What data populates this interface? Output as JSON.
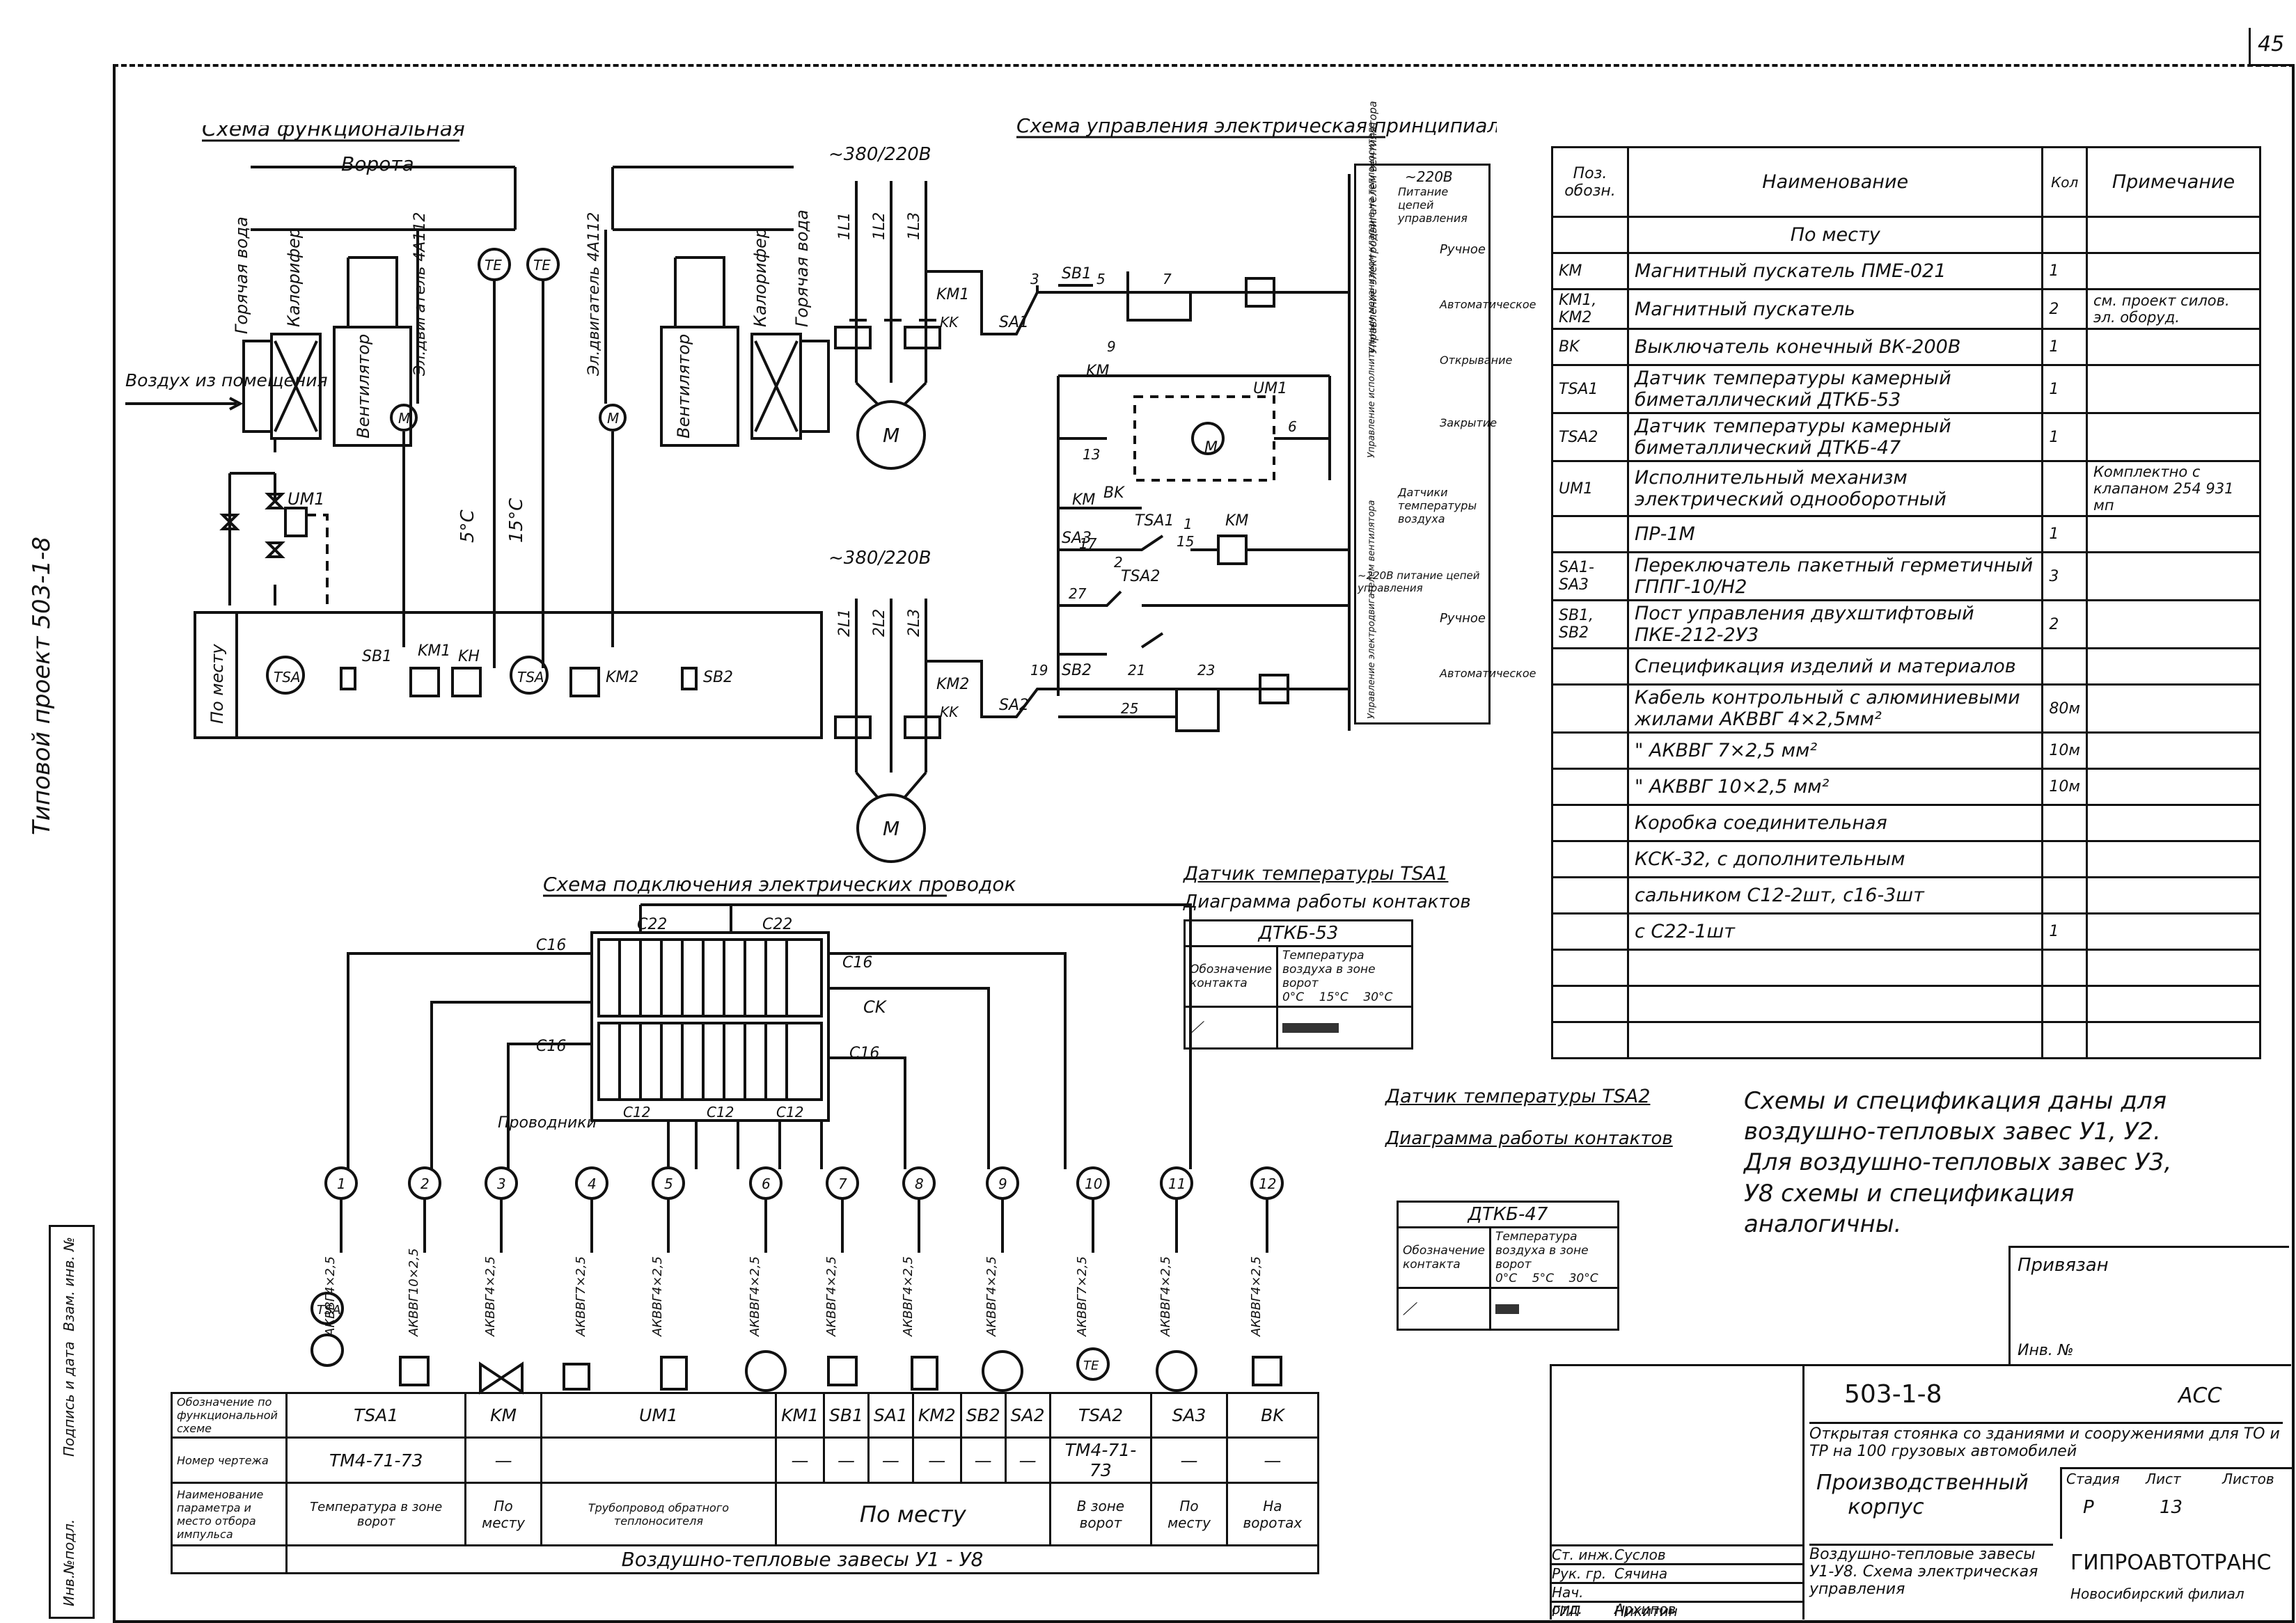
{
  "sheet": {
    "page_number": "45",
    "side_label": "Типовой проект 503-1-8",
    "side_stamp": [
      "Инв.№подл.",
      "Подпись и дата",
      "Взам. инв. №"
    ]
  },
  "functional": {
    "title": "Схема функциональная",
    "gate": "Ворота",
    "air_label": "Воздух из помещения",
    "hot_water": "Горячая вода",
    "heater": "Калорифер",
    "fan": "Вентилятор",
    "motor_label": "Эл.двигатель 4А112",
    "um1": "UM1",
    "temp_5": "5°С",
    "temp_15": "15°С",
    "local": "По месту",
    "te": "TE",
    "tsa": "TSA",
    "m": "M",
    "sb1": "SB1",
    "km1": "KM1",
    "kn": "KH",
    "km2": "KM2",
    "sb2": "SB2"
  },
  "control": {
    "title": "Схема управления электрическая принципиальная",
    "supply1": "~380/220В",
    "supply2": "~380/220В",
    "supply3": "~220В",
    "l11": "1L1",
    "l12": "1L2",
    "l13": "1L3",
    "l21": "2L1",
    "l22": "2L2",
    "l23": "2L3",
    "km1": "KM1",
    "km2": "KM2",
    "kk": "KK",
    "km": "KM",
    "sa1": "SA1",
    "sa2": "SA2",
    "sa3": "SA3",
    "sb1": "SB1",
    "sb2": "SB2",
    "vk": "BK",
    "um1": "UM1",
    "tsa1": "TSA1",
    "tsa2": "TSA2",
    "n3": "3",
    "n5": "5",
    "n7": "7",
    "n9": "9",
    "n13": "13",
    "n15": "15",
    "n17": "17",
    "n19": "19",
    "n21": "21",
    "n23": "23",
    "n25": "25",
    "n27": "27",
    "n2": "2",
    "n1": "1",
    "n6": "6",
    "m": "M",
    "side_rows": [
      "Питание цепей управления",
      "Ручное",
      "Автоматическое",
      "Открывание",
      "Закрытие",
      "Датчики температуры воздуха",
      "~220В питание цепей управления",
      "Ручное",
      "Автоматическое"
    ],
    "side_groups": [
      "Управление электродвигателем вентилятора",
      "Управление исполнительным механизмом клапана на теплоносителе",
      "Управление электродвигателем вентилятора"
    ]
  },
  "spec": {
    "headers": [
      "Поз. обозн.",
      "Наименование",
      "Кол",
      "Примечание"
    ],
    "rows": [
      [
        "",
        "По месту",
        "",
        ""
      ],
      [
        "KM",
        "Магнитный пускатель ПМЕ-021",
        "1",
        ""
      ],
      [
        "KM1, KM2",
        "Магнитный пускатель",
        "2",
        "см. проект силов. эл. оборуд."
      ],
      [
        "BK",
        "Выключатель конечный ВК-200В",
        "1",
        ""
      ],
      [
        "TSA1",
        "Датчик температуры камерный биметаллический ДТКБ-53",
        "1",
        ""
      ],
      [
        "TSA2",
        "Датчик температуры камерный биметаллический ДТКБ-47",
        "1",
        ""
      ],
      [
        "UM1",
        "Исполнительный механизм электрический однооборотный",
        "",
        "Комплектно с клапаном 254 931 мп"
      ],
      [
        "",
        "ПР-1М",
        "1",
        ""
      ],
      [
        "SA1-SA3",
        "Переключатель пакетный герметичный ГППГ-10/Н2",
        "3",
        ""
      ],
      [
        "SB1, SB2",
        "Пост управления двухштифтовый ПКЕ-212-2У3",
        "2",
        ""
      ],
      [
        "",
        "Спецификация изделий и материалов",
        "",
        ""
      ],
      [
        "",
        "Кабель контрольный с алюминиевыми жилами АКВВГ 4×2,5мм²",
        "80м",
        ""
      ],
      [
        "",
        "\" АКВВГ 7×2,5 мм²",
        "10м",
        ""
      ],
      [
        "",
        "\" АКВВГ 10×2,5 мм²",
        "10м",
        ""
      ],
      [
        "",
        "Коробка соединительная",
        "",
        ""
      ],
      [
        "",
        "КСК-32, с дополнительным",
        "",
        ""
      ],
      [
        "",
        "сальником С12-2шт, с16-3шт",
        "",
        ""
      ],
      [
        "",
        "с С22-1шт",
        "1",
        ""
      ],
      [
        "",
        "",
        "",
        ""
      ],
      [
        "",
        "",
        "",
        ""
      ],
      [
        "",
        "",
        "",
        ""
      ]
    ]
  },
  "wiring": {
    "title": "Схема подключения электрических проводок",
    "ck": "CK",
    "c16": "С16",
    "c22": "С22",
    "c12": "С12",
    "wires_label": "Проводники",
    "nodes": [
      "1",
      "2",
      "3",
      "4",
      "5",
      "6",
      "7",
      "8",
      "9",
      "10",
      "11",
      "12"
    ],
    "cables": [
      "АКВВГ4×2,5",
      "АКВВГ10×2,5",
      "АКВВГ4×2,5",
      "АКВВГ7×2,5",
      "АКВВГ4×2,5",
      "АКВВГ4×2,5",
      "АКВВГ4×2,5",
      "АКВВГ4×2,5",
      "АКВВГ4×2,5",
      "АКВВГ7×2,5",
      "АКВВГ4×2,5",
      "АКВВГ4×2,5"
    ],
    "te": "TE",
    "tsa": "TSA"
  },
  "sensor1": {
    "title": "Датчик температуры TSA1",
    "subtitle": "Диаграмма работы контактов",
    "model": "ДТКБ-53",
    "col1": "Обозначение контакта",
    "col2": "Температура воздуха в зоне ворот",
    "t1": "0°С",
    "t2": "15°С",
    "t3": "30°С"
  },
  "sensor2": {
    "title": "Датчик температуры TSA2",
    "subtitle": "Диаграмма работы контактов",
    "model": "ДТКБ-47",
    "col1": "Обозначение контакта",
    "col2": "Температура воздуха в зоне ворот",
    "t1": "0°С",
    "t2": "5°С",
    "t3": "30°С"
  },
  "note": {
    "text": "Схемы и спецификация даны для воздушно-тепловых завес У1, У2. Для воздушно-тепловых завес У3, У8 схемы и спецификация аналогичны."
  },
  "bottom_table": {
    "row_labels": [
      "Обозначение по функциональной схеме",
      "Номер чертежа",
      "Наименование параметра и место отбора импульса"
    ],
    "cols": [
      "TSA1",
      "KM",
      "UM1",
      "KM1",
      "SB1",
      "SA1",
      "KM2",
      "SB2",
      "SA2",
      "TSA2",
      "SA3",
      "BK"
    ],
    "drawing_nos": [
      "ТМ4-71-73",
      "—",
      "",
      "—",
      "—",
      "—",
      "—",
      "—",
      "—",
      "ТМ4-71-73",
      "—",
      "—"
    ],
    "param_cells": [
      "Температура в зоне ворот",
      "По месту",
      "Трубопровод обратного теплоносителя",
      "По месту",
      "В зоне ворот",
      "По месту",
      "На воротах"
    ],
    "footer": "Воздушно-тепловые завесы У1 - У8"
  },
  "title_block": {
    "privyazan": "Привязан",
    "inv": "Инв. №",
    "code": "503-1-8",
    "section": "АСС",
    "project": "Открытая стоянка со зданиями и сооружениями для ТО и ТР на 100 грузовых автомобилей",
    "building": "Производственный корпус",
    "stage_h": "Стадия",
    "sheet_h": "Лист",
    "sheets_h": "Листов",
    "stage": "Р",
    "sheet": "13",
    "drawing_title": "Воздушно-тепловые завесы У1-У8. Схема электрическая управления",
    "org": "ГИПРОАВТОТРАНС",
    "org_branch": "Новосибирский филиал",
    "people": [
      [
        "Ст. инж.",
        "Суслов"
      ],
      [
        "Рук. гр.",
        "Сячина"
      ],
      [
        "Нач. отд.",
        "Архипов"
      ],
      [
        "ГИП",
        "Никитин"
      ]
    ]
  }
}
